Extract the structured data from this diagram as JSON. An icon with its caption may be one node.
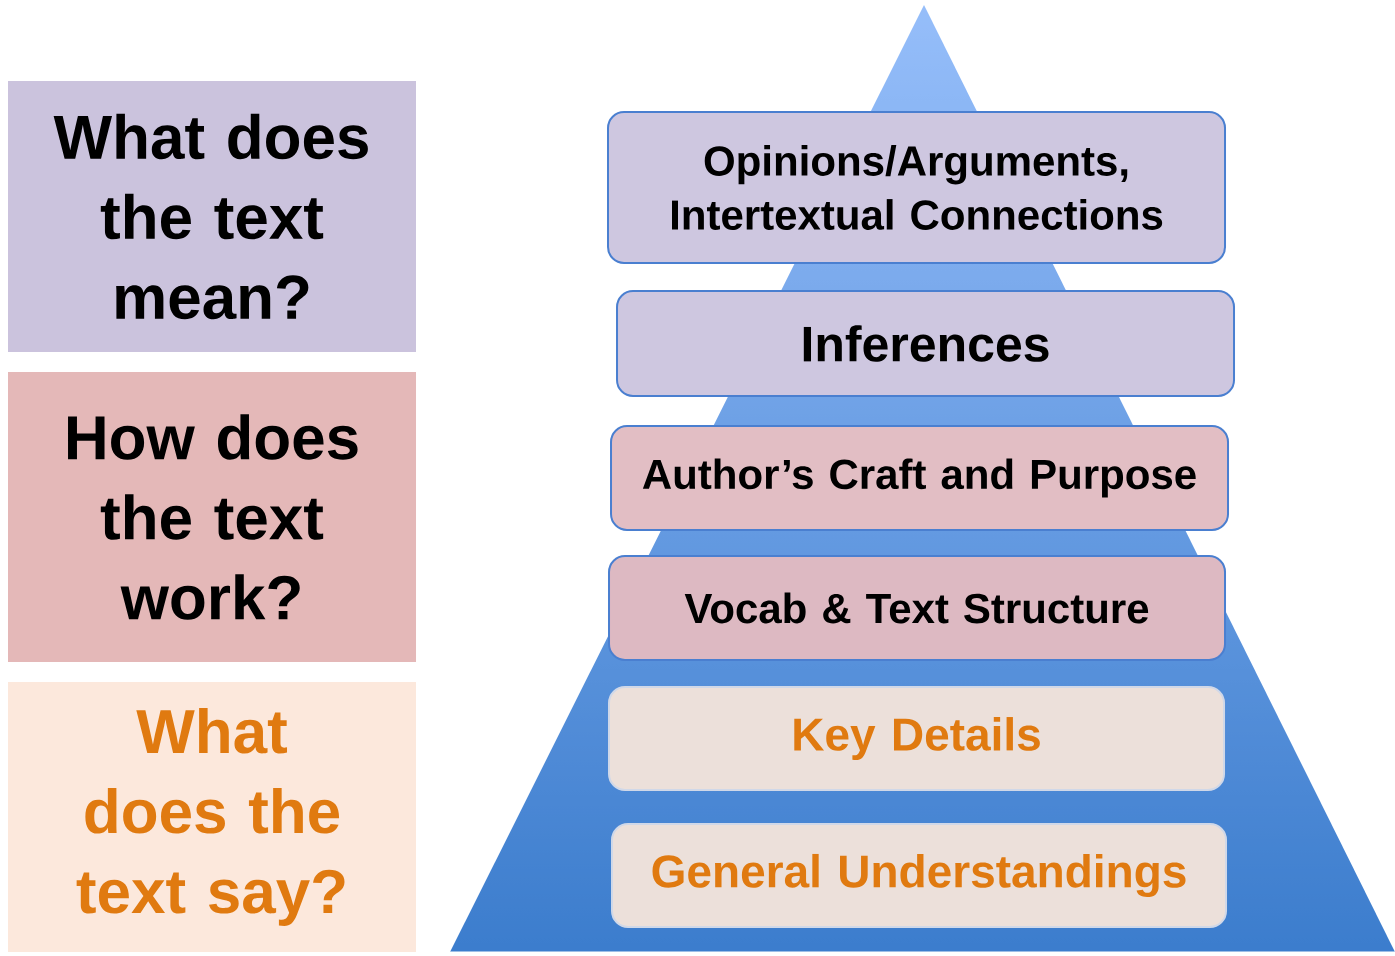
{
  "diagram": {
    "nodes": [
      {
        "text": [
          "What does the text mean?"
        ]
      },
      {
        "text": [
          "How does the text work?"
        ]
      },
      {
        "text": [
          "What does the text say?"
        ]
      },
      {
        "text": [
          "Opinions/Arguments, Intertextual Connections"
        ]
      },
      {
        "text": [
          "Inferences"
        ]
      },
      {
        "text": [
          "Author’s Craft and Purpose"
        ]
      },
      {
        "text": [
          "Vocab & Text Structure"
        ]
      },
      {
        "text": [
          "Key Details"
        ]
      },
      {
        "text": [
          "General Understandings"
        ]
      }
    ]
  }
}
